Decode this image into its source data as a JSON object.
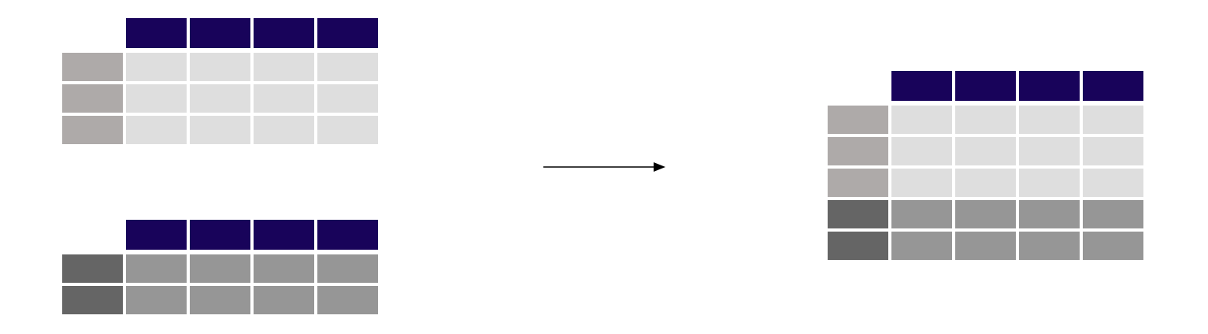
{
  "colors": {
    "header": "#18035a",
    "index_light": "#aeaaa9",
    "cell_light": "#dedede",
    "index_dark": "#656565",
    "cell_dark": "#969696",
    "arrow": "#000000",
    "background": "#ffffff"
  },
  "tables": [
    {
      "name": "table-top-left",
      "header_columns": 4,
      "rows": 3,
      "style": "light"
    },
    {
      "name": "table-bottom-left",
      "header_columns": 4,
      "rows": 2,
      "style": "dark"
    },
    {
      "name": "table-result",
      "header_columns": 4,
      "rows_light": 3,
      "rows_dark": 2
    }
  ],
  "arrow": {
    "direction": "right",
    "icon": "arrow-right-icon"
  }
}
